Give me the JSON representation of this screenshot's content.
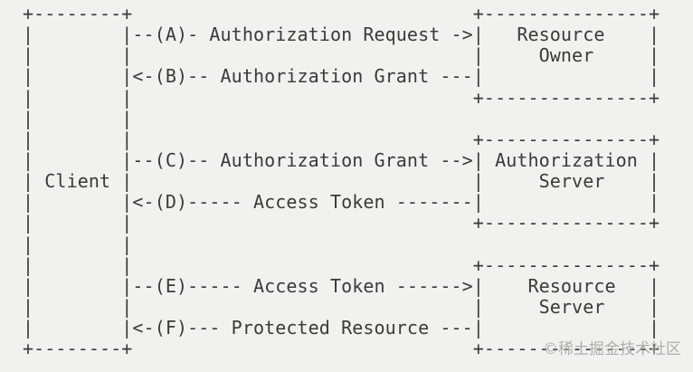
{
  "colors": {
    "background": "#f1f1ee",
    "ink": "#3a3a3a",
    "watermark_gray": "#a3a3a3"
  },
  "watermark": {
    "text": "©稀土掘金技术社区"
  },
  "diagram": {
    "type": "ascii-flow-diagram",
    "entities": [
      {
        "name": "Client"
      },
      {
        "name": "Resource Owner"
      },
      {
        "name": "Authorization Server"
      },
      {
        "name": "Resource Server"
      }
    ],
    "flows": [
      {
        "step": "A",
        "label": "Authorization Request",
        "from": "Client",
        "to": "Resource Owner"
      },
      {
        "step": "B",
        "label": "Authorization Grant",
        "from": "Resource Owner",
        "to": "Client"
      },
      {
        "step": "C",
        "label": "Authorization Grant",
        "from": "Client",
        "to": "Authorization Server"
      },
      {
        "step": "D",
        "label": "Access Token",
        "from": "Authorization Server",
        "to": "Client"
      },
      {
        "step": "E",
        "label": "Access Token",
        "from": "Client",
        "to": "Resource Server"
      },
      {
        "step": "F",
        "label": "Protected Resource",
        "from": "Resource Server",
        "to": "Client"
      }
    ],
    "lines": [
      "+--------+                               +---------------+",
      "|        |--(A)- Authorization Request ->|   Resource    |",
      "|        |                               |     Owner     |",
      "|        |<-(B)-- Authorization Grant ---|               |",
      "|        |                               +---------------+",
      "|        |",
      "|        |                               +---------------+",
      "|        |--(C)-- Authorization Grant -->| Authorization |",
      "| Client |                               |     Server    |",
      "|        |<-(D)----- Access Token -------|               |",
      "|        |                               +---------------+",
      "|        |",
      "|        |                               +---------------+",
      "|        |--(E)----- Access Token ------>|    Resource   |",
      "|        |                               |     Server    |",
      "|        |<-(F)--- Protected Resource ---|               |",
      "+--------+                               +---------------+"
    ]
  }
}
